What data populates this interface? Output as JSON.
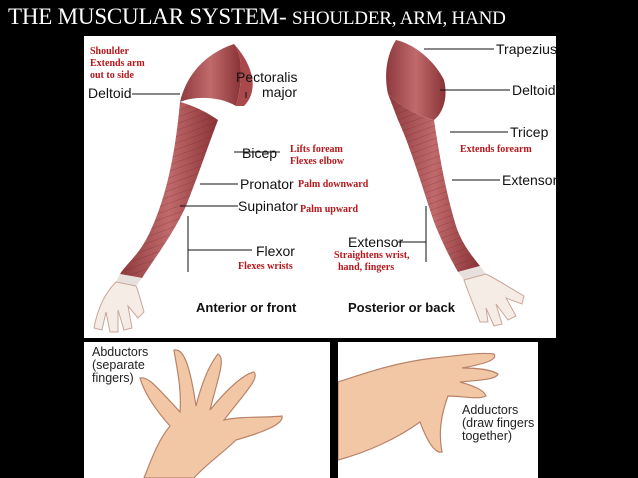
{
  "title": {
    "main": "THE MUSCULAR SYSTEM- ",
    "sub": "SHOULDER, ARM, HAND"
  },
  "anterior": {
    "shoulder_note": [
      "Shoulder",
      "Extends arm",
      "out to side"
    ],
    "deltoid": "Deltoid",
    "pectoralis": [
      "Pectoralis",
      "major"
    ],
    "bicep": "Bicep",
    "bicep_note": [
      "Lifts foream",
      "Flexes elbow"
    ],
    "pronator": "Pronator",
    "pronator_note": "Palm downward",
    "supinator": "Supinator",
    "supinator_note": "Palm upward",
    "flexor": "Flexor",
    "flexor_note": "Flexes wrists",
    "caption": "Anterior or front"
  },
  "posterior": {
    "trapezius": "Trapezius",
    "deltoid": "Deltoid",
    "tricep": "Tricep",
    "tricep_note": "Extends forearm",
    "extensor_right": "Extensor",
    "extensor": "Extensor",
    "extensor_note": [
      "Straightens wrist,",
      "hand, fingers"
    ],
    "caption": "Posterior or back"
  },
  "hands": {
    "abductors": [
      "Abductors",
      "(separate",
      "fingers)"
    ],
    "adductors": [
      "Adductors",
      "(draw fingers",
      "together)"
    ]
  },
  "colors": {
    "annotation": "#b8171c",
    "muscle": "#b0575a",
    "skin": "#f2c7a6"
  }
}
